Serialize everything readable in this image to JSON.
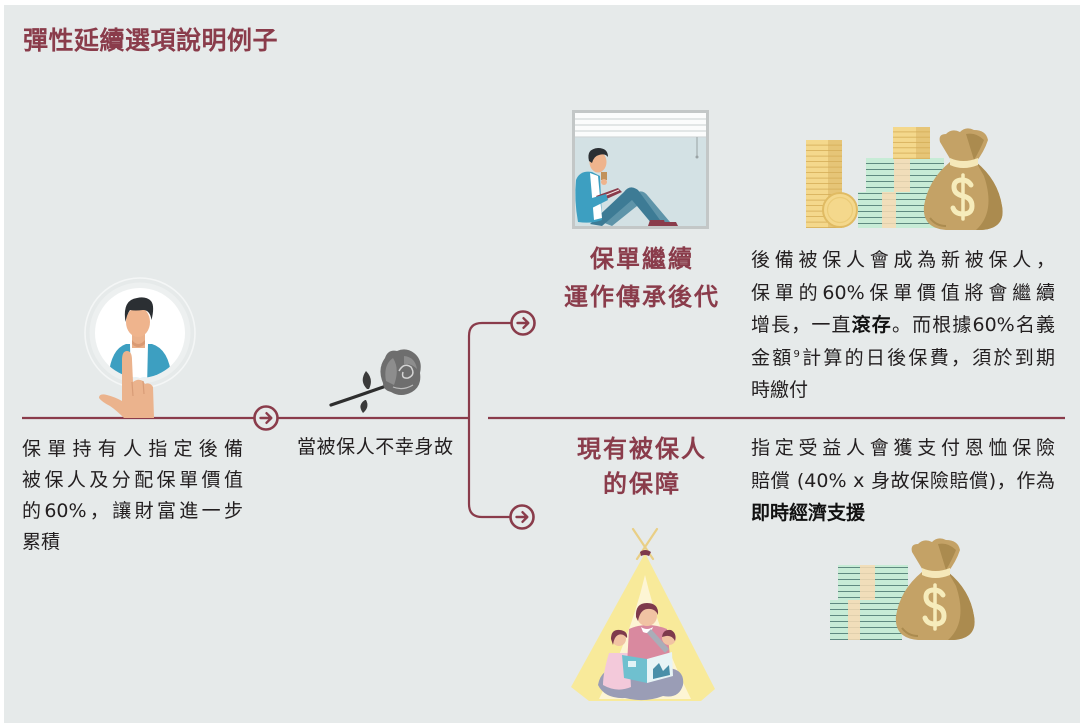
{
  "title": "彈性延續選項說明例子",
  "theme": {
    "accent": "#8a3c4b",
    "background": "#e6eaea",
    "text": "#231f20"
  },
  "flow": {
    "policyholder": {
      "icon": "person-pointing-icon",
      "description_lines": [
        "保單持有人指定後備",
        "被保人及分配保單價值",
        "的60%，讓財富進一步",
        "累積"
      ]
    },
    "event": {
      "icon": "rose-icon",
      "label": "當被保人不幸身故"
    },
    "connector_icon": "arrow-circle-right-icon",
    "branches": [
      {
        "icon": "man-reading-by-window-icon",
        "heading_lines": [
          "保單繼續",
          "運作傳承後代"
        ],
        "illustration_icon": "coins-cash-money-bag-icon",
        "description_lines": [
          [
            "後備被保人會成為新被保人，"
          ],
          [
            "保單的60%保單價值將會繼續"
          ],
          [
            "增長，一直",
            "滾存",
            "。而根據60%名義"
          ],
          [
            "金額",
            "9",
            "計算的日後保費，須於到期"
          ],
          [
            "時繳付"
          ]
        ]
      },
      {
        "icon": "family-reading-in-tent-icon",
        "heading_lines": [
          "現有被保人",
          "的保障"
        ],
        "illustration_icon": "cash-money-bag-icon",
        "description_lines": [
          [
            "指定受益人會獲支付恩恤保險"
          ],
          [
            "賠償 (40% x 身故保險賠償)，作為"
          ],
          [
            "即時經濟支援"
          ]
        ]
      }
    ]
  }
}
